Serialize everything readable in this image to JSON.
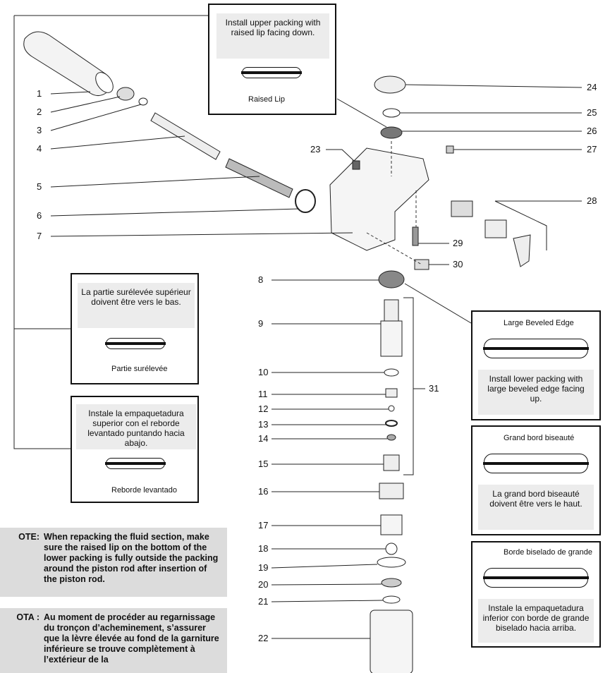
{
  "callouts": [
    "1",
    "2",
    "3",
    "4",
    "5",
    "6",
    "7",
    "8",
    "9",
    "10",
    "11",
    "12",
    "13",
    "14",
    "15",
    "16",
    "17",
    "18",
    "19",
    "20",
    "21",
    "22",
    "23",
    "24",
    "25",
    "26",
    "27",
    "28",
    "29",
    "30",
    "31"
  ],
  "upper_en": {
    "text": "Install upper packing with raised lip facing down.",
    "label": "Raised Lip"
  },
  "upper_fr": {
    "text": "La partie surélevée supérieur doivent être vers le bas.",
    "label": "Partie surélevée"
  },
  "upper_es": {
    "text": "Instale la empaquetadura superior con el reborde levantado puntando hacia abajo.",
    "label": "Reborde levantado"
  },
  "lower_en": {
    "label": "Large Beveled Edge",
    "text": "Install lower packing with large beveled edge facing up."
  },
  "lower_fr": {
    "label": "Grand bord biseauté",
    "text": "La grand bord biseauté doivent être vers le haut."
  },
  "lower_es": {
    "label": "Borde biselado de grande",
    "text": "Instale la empaquetadura inferior con borde de grande biselado hacia arriba."
  },
  "note_en": {
    "tag": "OTE:",
    "text": "When repacking the fluid section, make sure the raised lip on the bottom of the lower packing is fully outside the packing around the piston rod after insertion of the piston rod."
  },
  "note_fr": {
    "tag": "OTA :",
    "text": "Au moment de procéder au regarnissage du tronçon d’acheminement, s’assurer que la lèvre élevée au fond de la garniture inférieure se trouve complètement à l’extérieur de la"
  }
}
